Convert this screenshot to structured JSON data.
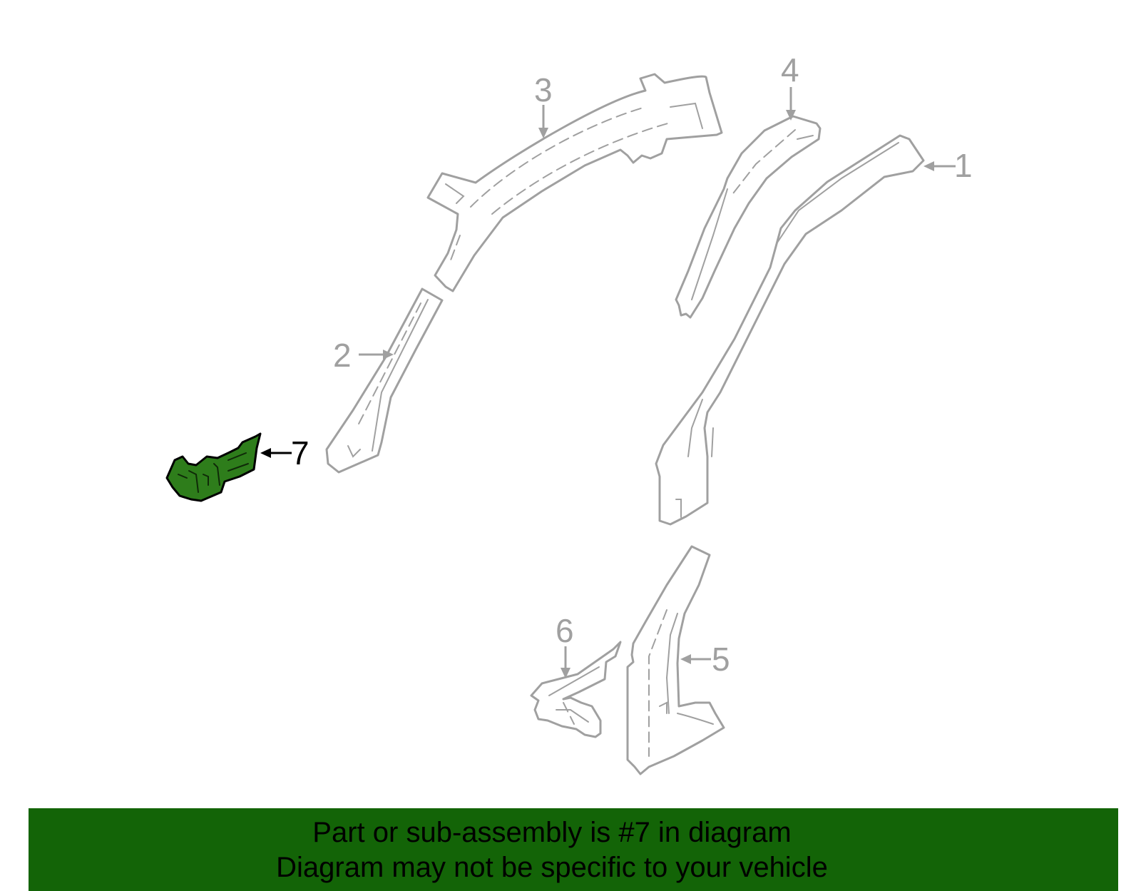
{
  "callouts": [
    {
      "id": "1",
      "label": "1",
      "highlighted": false
    },
    {
      "id": "2",
      "label": "2",
      "highlighted": false
    },
    {
      "id": "3",
      "label": "3",
      "highlighted": false
    },
    {
      "id": "4",
      "label": "4",
      "highlighted": false
    },
    {
      "id": "5",
      "label": "5",
      "highlighted": false
    },
    {
      "id": "6",
      "label": "6",
      "highlighted": false
    },
    {
      "id": "7",
      "label": "7",
      "highlighted": true
    }
  ],
  "banner": {
    "line1": "Part or sub-assembly is #7 in diagram",
    "line2": "Diagram may not be specific to your vehicle"
  },
  "colors": {
    "part_outline": "#a0a0a0",
    "highlight_fill": "#2e7d1b",
    "banner_background": "#136407",
    "banner_text": "#000000"
  }
}
